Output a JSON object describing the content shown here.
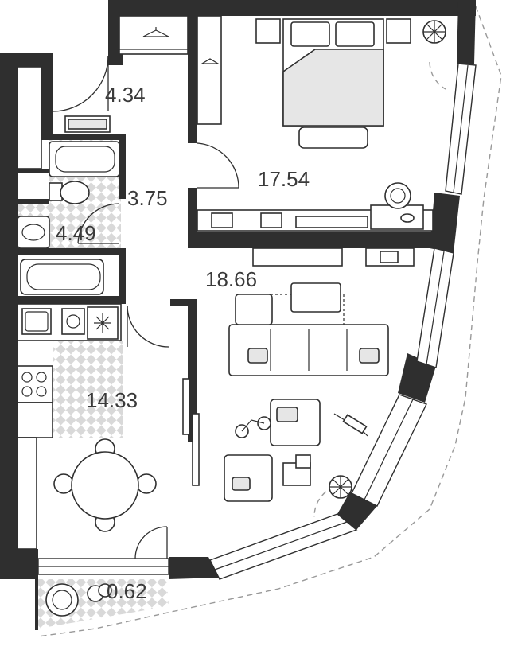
{
  "rooms": [
    {
      "id": "hall",
      "area": "4.34"
    },
    {
      "id": "bedroom",
      "area": "17.54"
    },
    {
      "id": "wc",
      "area": "3.75"
    },
    {
      "id": "bathroom",
      "area": "4.49"
    },
    {
      "id": "living",
      "area": "18.66"
    },
    {
      "id": "kitchen",
      "area": "14.33"
    },
    {
      "id": "balcony",
      "area": "0.62"
    }
  ]
}
